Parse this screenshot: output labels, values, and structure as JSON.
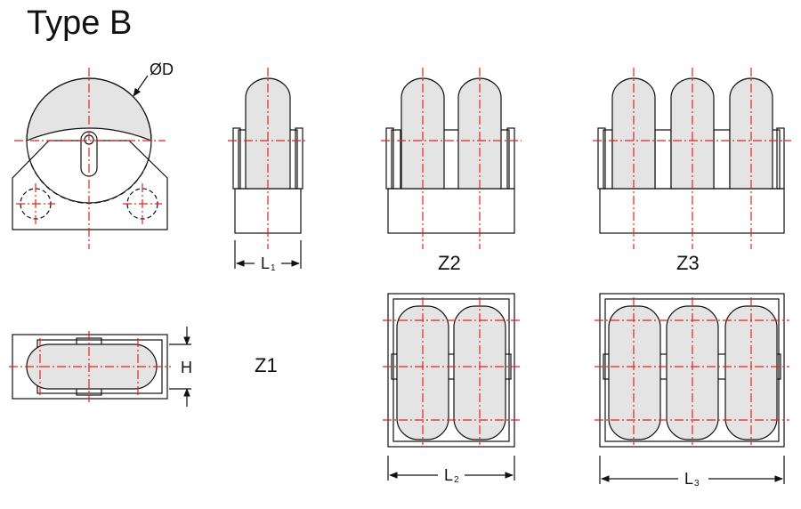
{
  "title": "Type B",
  "labels": {
    "diameter": "ØD",
    "height": "H",
    "z1": "Z1",
    "z2": "Z2",
    "z3": "Z3",
    "l_letter": "L",
    "l1_sub": "1",
    "l2_sub": "2",
    "l3_sub": "3"
  },
  "colors": {
    "line": "#111111",
    "centerline": "#e8201e",
    "wheel_fill": "#e4e4e4"
  }
}
